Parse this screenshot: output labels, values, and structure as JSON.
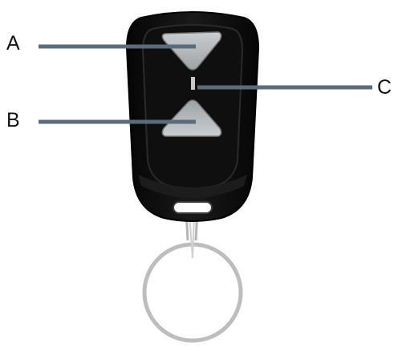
{
  "callouts": {
    "a": {
      "label": "A"
    },
    "b": {
      "label": "B"
    },
    "c": {
      "label": "C"
    }
  },
  "colors": {
    "background": "#ffffff",
    "fob_body": "#0d0d0d",
    "fob_rim": "#2a2a2a",
    "button_face": "#b9bdbf",
    "button_shade": "#8d9294",
    "led": "#c8c8c8",
    "leader_line": "#5b6b7c",
    "ring": "#bdbdbd",
    "label_text": "#111111"
  },
  "icons": {
    "button_a": "up-arrow-button-icon",
    "button_b": "down-arrow-button-icon",
    "indicator": "led-indicator-icon",
    "ring": "key-ring-icon"
  }
}
